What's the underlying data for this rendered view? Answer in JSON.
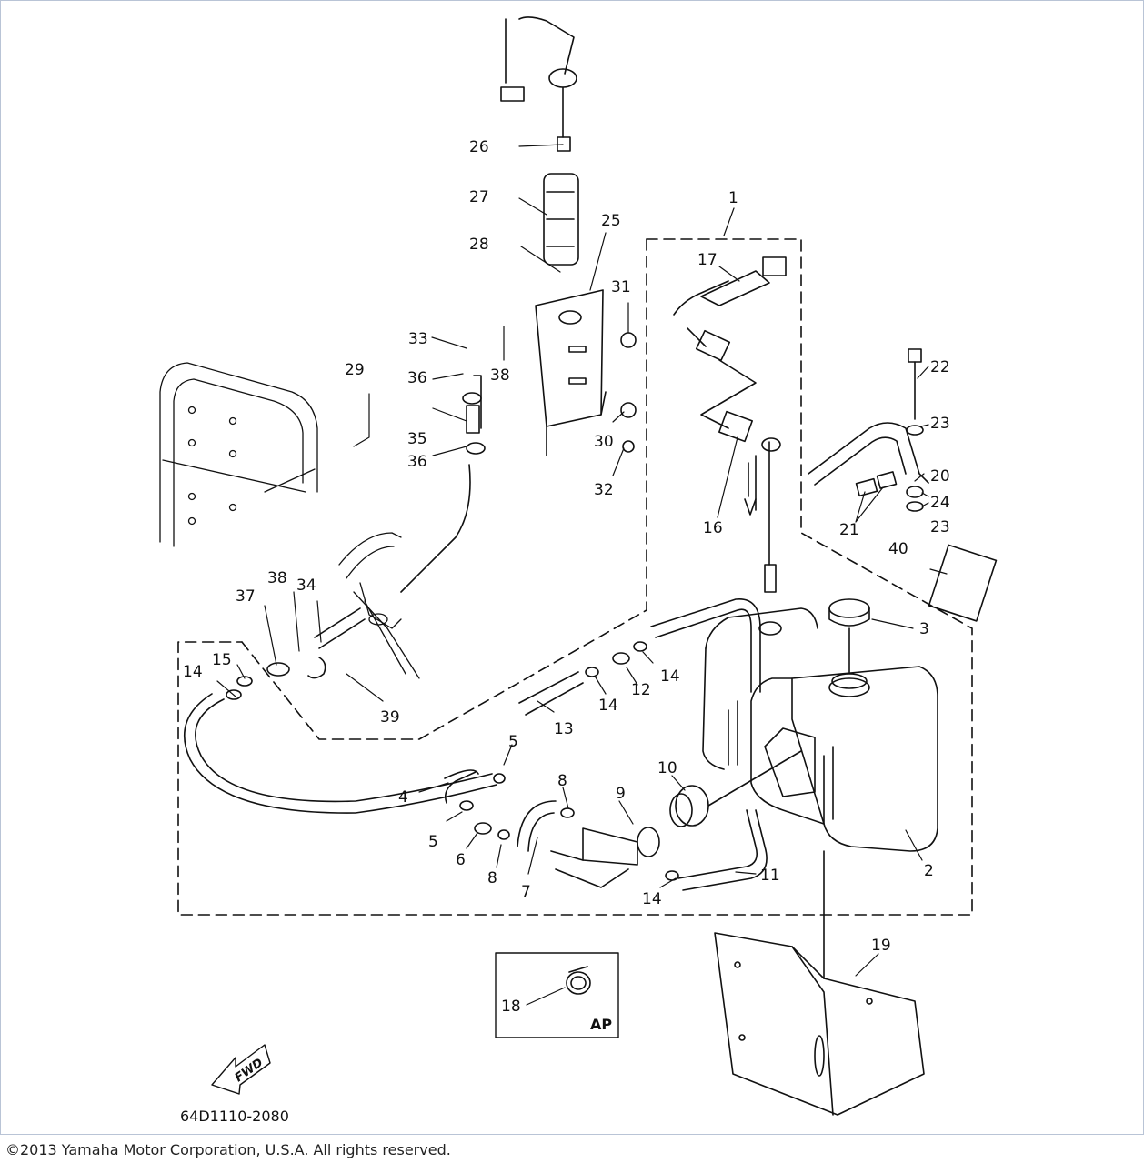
{
  "diagram": {
    "callouts": [
      "1",
      "2",
      "3",
      "4",
      "5",
      "5",
      "6",
      "7",
      "8",
      "8",
      "9",
      "10",
      "11",
      "12",
      "13",
      "14",
      "14",
      "14",
      "14",
      "15",
      "16",
      "17",
      "18",
      "19",
      "20",
      "21",
      "22",
      "23",
      "23",
      "24",
      "25",
      "26",
      "27",
      "28",
      "29",
      "30",
      "31",
      "32",
      "33",
      "34",
      "35",
      "36",
      "36",
      "37",
      "38",
      "38",
      "39",
      "40"
    ],
    "inset_label": "AP",
    "fwd_label": "FWD",
    "diagram_code": "64D1110-2080"
  },
  "footer": {
    "copyright": "©2013 Yamaha Motor Corporation, U.S.A. All rights reserved."
  }
}
